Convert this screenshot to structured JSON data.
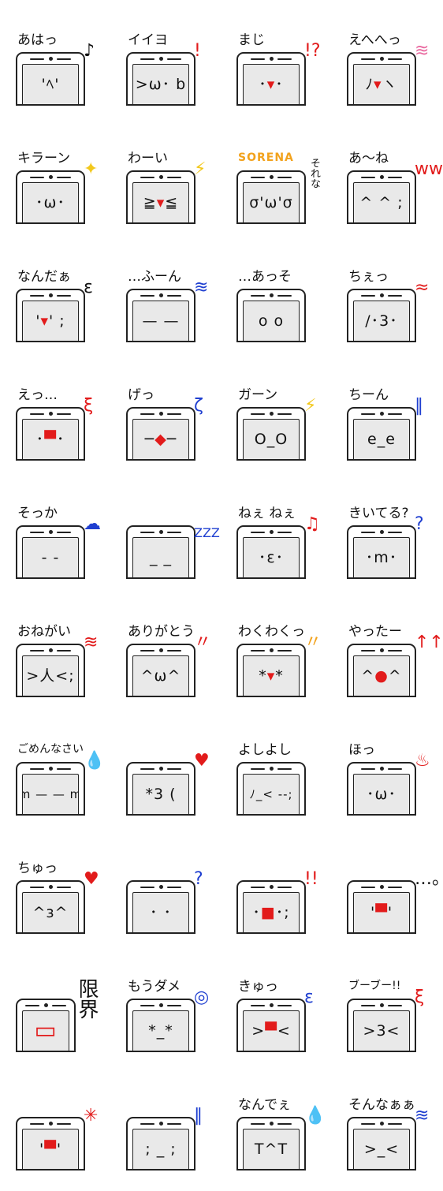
{
  "colors": {
    "red": "#e21b1b",
    "blue": "#1f3fd0",
    "orange": "#f2a21c",
    "yellow": "#f2c81c",
    "pink": "#e96aa0",
    "screen": "#e9e9e9",
    "outline": "#222222"
  },
  "stickers": [
    {
      "caption": "あはっ",
      "face": "'ﾍ'",
      "deco": "♪",
      "deco_color": "#111111"
    },
    {
      "caption": "イイヨ",
      "face": ">ω･ b",
      "deco": "!",
      "deco_color": "#e21b1b"
    },
    {
      "caption": "まじ",
      "face": "･▾･",
      "deco": "!?",
      "deco_color": "#e21b1b"
    },
    {
      "caption": "えへへっ",
      "face": "ﾉ▾ヽ",
      "deco": "≋",
      "deco_color": "#e96aa0"
    },
    {
      "caption": "キラーン",
      "face": "･ω･",
      "deco": "✦",
      "deco_color": "#f2c81c"
    },
    {
      "caption": "わーい",
      "face": "≧▾≦",
      "deco": "⚡",
      "deco_color": "#f2c81c"
    },
    {
      "caption": "SORENA",
      "face": "σ'ω'σ",
      "deco": "それな",
      "deco_color": "#111111"
    },
    {
      "caption": "あ〜ね",
      "face": "^ ^ ;",
      "deco": "ww",
      "deco_color": "#e21b1b"
    },
    {
      "caption": "なんだぁ",
      "face": "'▾' ;",
      "deco": "ε",
      "deco_color": "#111111"
    },
    {
      "caption": "…ふーん",
      "face": "— —",
      "deco": "≋",
      "deco_color": "#1f3fd0"
    },
    {
      "caption": "…あっそ",
      "face": "o  o",
      "deco": "",
      "deco_color": "#111111"
    },
    {
      "caption": "ちぇっ",
      "face": "/･3･",
      "deco": "≈",
      "deco_color": "#e21b1b"
    },
    {
      "caption": "えっ…",
      "face": "･▀･",
      "deco": "ξ",
      "deco_color": "#e21b1b"
    },
    {
      "caption": "げっ",
      "face": "─◆─",
      "deco": "ζ",
      "deco_color": "#1f3fd0"
    },
    {
      "caption": "ガーン",
      "face": "O_O",
      "deco": "⚡",
      "deco_color": "#f2c81c"
    },
    {
      "caption": "ちーん",
      "face": "e_e",
      "deco": "‖",
      "deco_color": "#1f3fd0"
    },
    {
      "caption": "そっか",
      "face": "-  -",
      "deco": "☁",
      "deco_color": "#1f3fd0"
    },
    {
      "caption": "",
      "face": "_  _",
      "deco": "ZZZ",
      "deco_color": "#1f3fd0"
    },
    {
      "caption": "ねぇ ねぇ",
      "face": "･ε･",
      "deco": "♫",
      "deco_color": "#e21b1b"
    },
    {
      "caption": "きいてる?",
      "face": "･m･",
      "deco": "?",
      "deco_color": "#1f3fd0"
    },
    {
      "caption": "おねがい",
      "face": ">人<;",
      "deco": "≋",
      "deco_color": "#e21b1b"
    },
    {
      "caption": "ありがとう",
      "face": "^ω^",
      "deco": "〃",
      "deco_color": "#e21b1b"
    },
    {
      "caption": "わくわくっ",
      "face": "*▾*",
      "deco": "〃",
      "deco_color": "#f2a21c"
    },
    {
      "caption": "やったー",
      "face": "^●^",
      "deco": "↑↑",
      "deco_color": "#e21b1b"
    },
    {
      "caption": "ごめんなさい",
      "face": "m — — m",
      "deco": "💧",
      "deco_color": "#1f3fd0"
    },
    {
      "caption": "",
      "face": "*3 (",
      "deco": "♥",
      "deco_color": "#e21b1b"
    },
    {
      "caption": "よしよし",
      "face": "ﾉ_< ‐‐;",
      "deco": "",
      "deco_color": "#111111"
    },
    {
      "caption": "ほっ",
      "face": "･ω･",
      "deco": "♨",
      "deco_color": "#e21b1b"
    },
    {
      "caption": "ちゅっ",
      "face": "^з^",
      "deco": "♥",
      "deco_color": "#e21b1b"
    },
    {
      "caption": "",
      "face": "･  ･",
      "deco": "?",
      "deco_color": "#1f3fd0"
    },
    {
      "caption": "",
      "face": "･■･;",
      "deco": "!!",
      "deco_color": "#e21b1b"
    },
    {
      "caption": "",
      "face": "'▀'",
      "deco": "…。",
      "deco_color": "#111111"
    },
    {
      "caption": "限界",
      "face": "▭",
      "deco": "",
      "deco_color": "#111111"
    },
    {
      "caption": "もうダメ",
      "face": "*_*",
      "deco": "◎",
      "deco_color": "#1f3fd0"
    },
    {
      "caption": "きゅっ",
      "face": ">▀<",
      "deco": "ε",
      "deco_color": "#1f3fd0"
    },
    {
      "caption": "ブーブー!!",
      "face": ">3<",
      "deco": "ξ",
      "deco_color": "#e21b1b"
    },
    {
      "caption": "",
      "face": "'▀'",
      "deco": "✳",
      "deco_color": "#e21b1b"
    },
    {
      "caption": "",
      "face": "; _ ;",
      "deco": "‖",
      "deco_color": "#1f3fd0"
    },
    {
      "caption": "なんでぇ",
      "face": "T^T",
      "deco": "💧",
      "deco_color": "#1f3fd0"
    },
    {
      "caption": "そんなぁぁ",
      "face": ">_<",
      "deco": "≋",
      "deco_color": "#1f3fd0"
    }
  ]
}
